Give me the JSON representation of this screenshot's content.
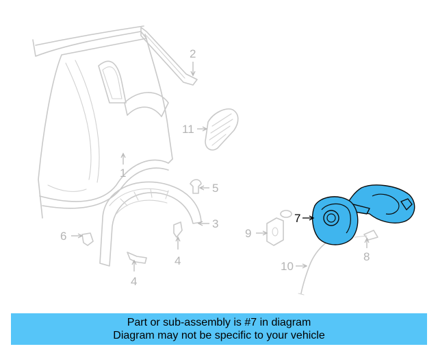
{
  "diagram": {
    "callouts": [
      "1",
      "2",
      "3",
      "4",
      "4",
      "5",
      "6",
      "7",
      "8",
      "9",
      "10",
      "11"
    ],
    "highlight_color": "#3fb5ee"
  },
  "banner": {
    "line1": "Part or sub-assembly is #7 in diagram",
    "line2": "Diagram may not be specific to your vehicle",
    "background": "#56c5f8"
  }
}
